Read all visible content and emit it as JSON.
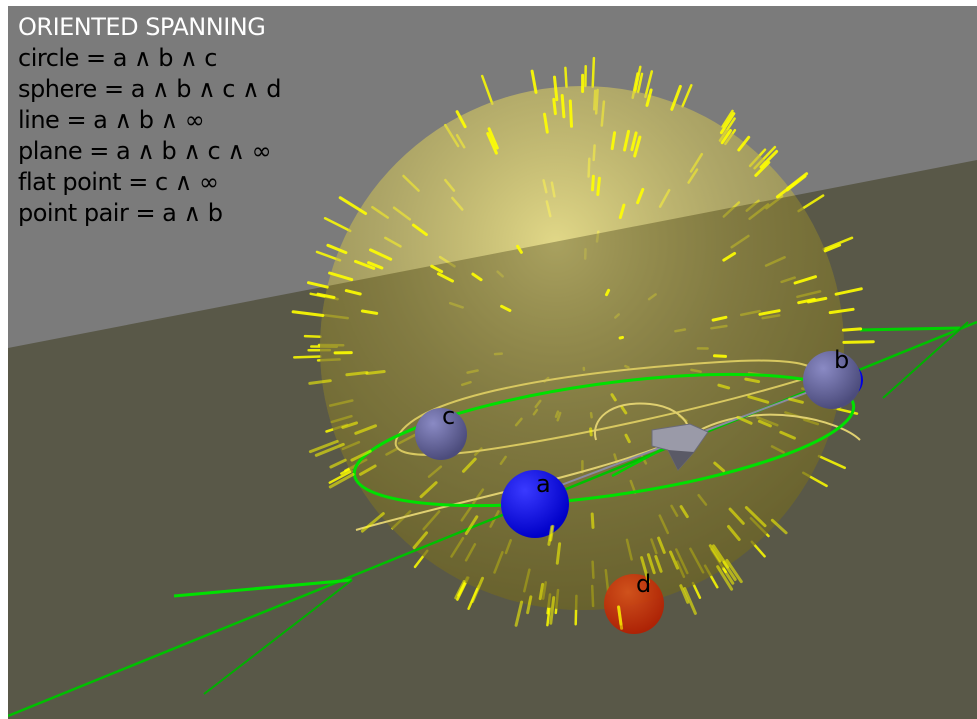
{
  "title": "ORIENTED SPANNING",
  "formulas": [
    "circle = a ∧ b ∧ c",
    "sphere = a ∧ b ∧ c ∧ d",
    "line = a ∧ b ∧ ∞",
    "plane = a ∧ b ∧ c ∧ ∞",
    "flat point = c ∧ ∞",
    "point pair = a ∧ b"
  ],
  "points": {
    "a": {
      "label": "a",
      "color": "#0000ee"
    },
    "b": {
      "label": "b",
      "color": "#0000ee"
    },
    "c": {
      "label": "c",
      "color": "#5a5a9a"
    },
    "d": {
      "label": "d",
      "color": "#c82800"
    }
  },
  "colors": {
    "background_sky": "#7a7a7a",
    "plane": "#59584a",
    "sphere": "#c8c040",
    "sphere_spikes": "#ffff00",
    "circle": "#00e000",
    "line": "#00d000",
    "circle_helper": "#e0d070"
  }
}
